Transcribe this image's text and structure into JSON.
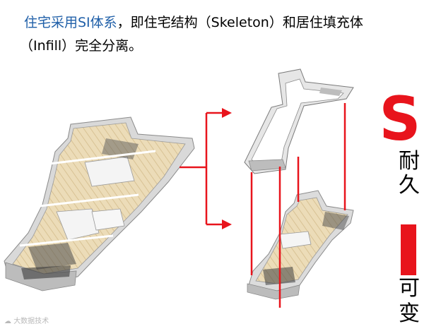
{
  "headline": {
    "highlight": "住宅采用SI体系",
    "line1_rest": "，即住宅结构（Skeleton）和居住填充体",
    "line2": "（Infill）完全分离。"
  },
  "skeleton": {
    "letter": "S",
    "chars": [
      "耐",
      "久"
    ]
  },
  "infill": {
    "letter": "I",
    "chars": [
      "可",
      "变"
    ]
  },
  "watermark": "大数据技术",
  "colors": {
    "accent_red": "#e8141c",
    "headline_blue": "#1f5fa8"
  }
}
